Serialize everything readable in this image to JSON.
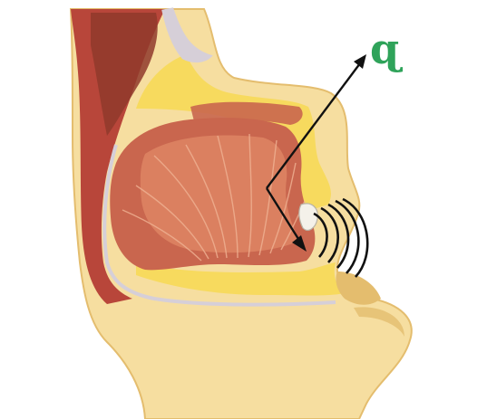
{
  "diagram": {
    "annotation": "ɋ",
    "colors": {
      "background": "#ffffff",
      "skin": "#f6dea0",
      "skin_edge": "#e4bd6e",
      "fat": "#f7da5e",
      "muscle": "#c9664e",
      "muscle_light": "#e08a67",
      "muscle_fiber": "#f0b394",
      "muscle_dark": "#8f3a2c",
      "pharynx": "#b8463a",
      "mucosa": "#d6cfd8",
      "arrow": "#111111",
      "annotation": "#2fa35a"
    },
    "icons": {
      "arrow": "double-headed-arrow",
      "sound_waves": "curved-sound-wave-lines"
    }
  }
}
